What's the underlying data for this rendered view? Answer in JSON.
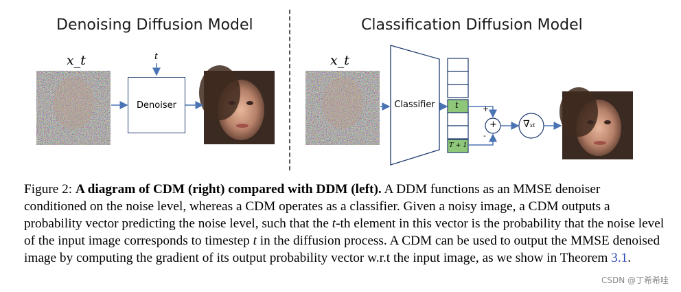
{
  "left": {
    "title": "Denoising Diffusion Model",
    "input_label": "x_t",
    "t_label": "t",
    "denoiser_label": "Denoiser"
  },
  "right": {
    "title": "Classification Diffusion Model",
    "input_label": "x_t",
    "classifier_label": "Classifier",
    "vector_cell_t": "t",
    "vector_cell_t1": "T + 1",
    "plus_sign": "+",
    "minus_sign": "-",
    "sum_symbol": "+",
    "grad_symbol": "∇",
    "grad_sub": "xt"
  },
  "caption": {
    "prefix": "Figure 2: ",
    "bold": "A diagram of CDM (right) compared with DDM (left).",
    "body": " A DDM functions as an MMSE denoiser conditioned on the noise level, whereas a CDM operates as a classifier. Given a noisy image, a CDM outputs a probability vector predicting the noise level, such that the ",
    "t_italic": "t",
    "body2": "-th element in this vector is the probability that the noise level of the input image corresponds to timestep ",
    "t_italic2": "t",
    "body3": " in the diffusion process. A CDM can be used to output the MMSE denoised image by computing the gradient of its output probability vector w.r.t the input image, as we show in Theorem ",
    "ref": "3.1",
    "end": "."
  },
  "watermark": "CSDN @丁希希哇",
  "colors": {
    "box_border": "#1f3b6f",
    "arrow": "#4a73b3",
    "green_cell": "#8fc77a",
    "reference_link": "#2a49b6"
  }
}
